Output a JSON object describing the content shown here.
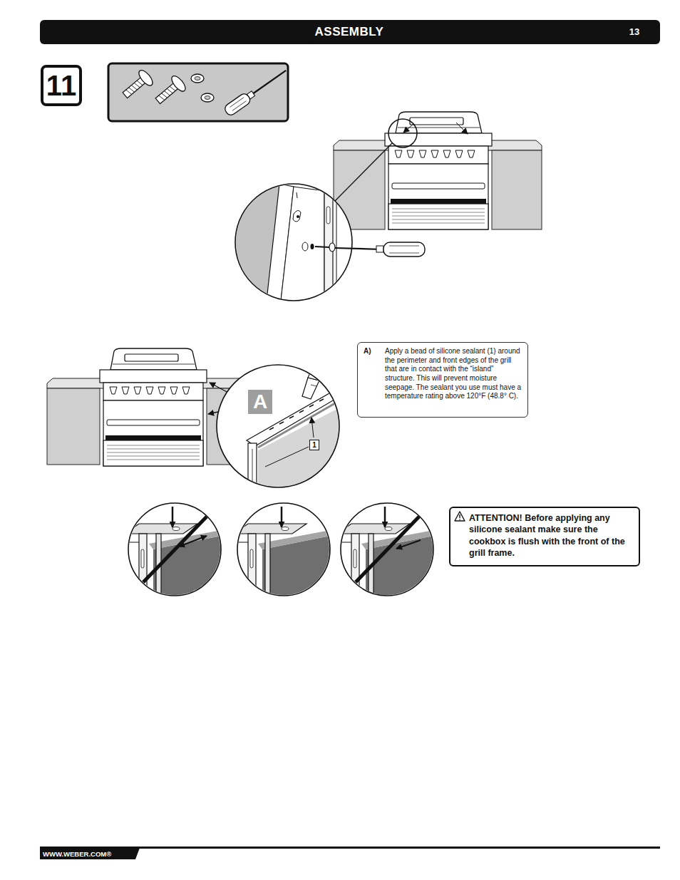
{
  "diagram": {
    "title": "ASSEMBLY",
    "nodes": [
      {
        "text": [
          "11"
        ]
      },
      {
        "text": [
          "A"
        ]
      },
      {
        "text": [
          "A)",
          "Apply a bead of silicone sealant (1) around the perimeter and front edges of the grill that are in contact with the “island” structure. This will prevent moisture seepage. The sealant you use must have a temperature rating above 120°F (48.8° C)."
        ]
      },
      {
        "text": [
          "1"
        ]
      },
      {
        "text": [
          "ATTENTION! Before applying any silicone sealant make sure the cookbox is flush with the front of the grill frame."
        ]
      }
    ],
    "labels": [
      "13",
      "WWW.WEBER.COM®"
    ]
  }
}
